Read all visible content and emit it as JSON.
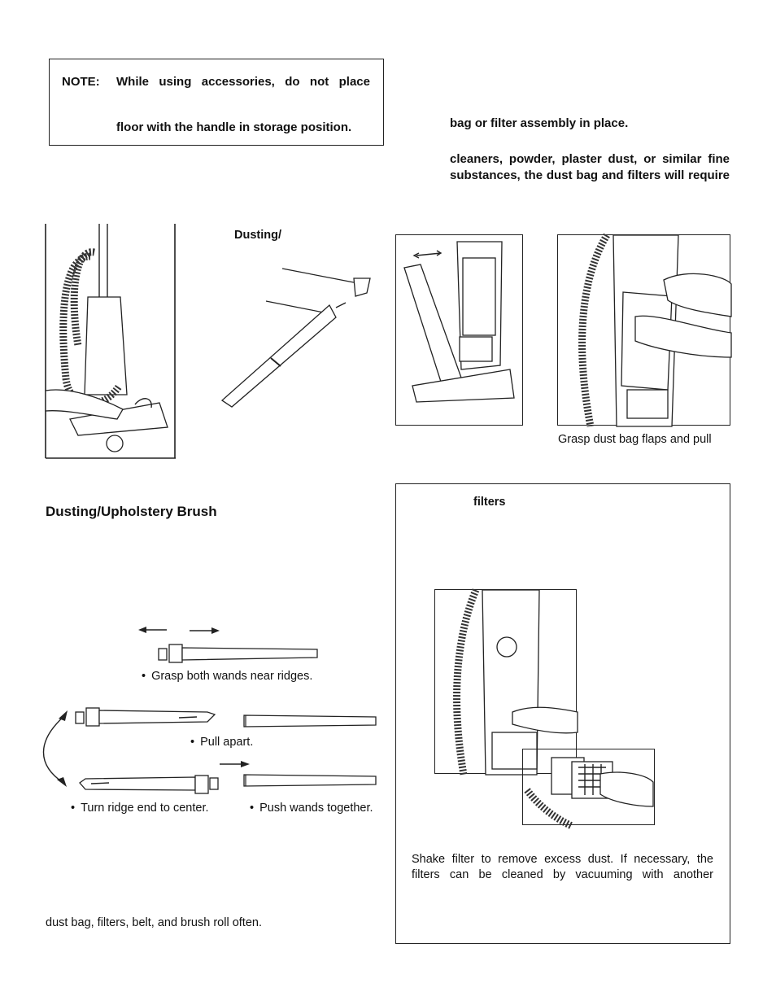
{
  "note_box": {
    "label": "NOTE:",
    "line1": "While using accessories, do not place",
    "line2": "floor with the handle in storage position."
  },
  "right_top": {
    "line1": "bag or filter assembly in place.",
    "line2": "cleaners, powder, plaster dust, or similar fine",
    "line3": "substances, the dust bag and filters will require"
  },
  "figures": {
    "dusting_label": "Dusting/",
    "grasp_caption": "Grasp dust bag flaps and pull"
  },
  "dusting_section": {
    "heading": "Dusting/Upholstery  Brush"
  },
  "wand_steps": {
    "step1": "Grasp both wands near ridges.",
    "step2": "Pull apart.",
    "step3": "Turn ridge end to center.",
    "step4": "Push wands together."
  },
  "footer_text": "dust bag, filters, belt, and brush roll often.",
  "filters_box": {
    "heading": "filters",
    "para_line1": "Shake filter to remove excess dust. If necessary, the",
    "para_line2": "filters can be cleaned by vacuuming with another"
  }
}
